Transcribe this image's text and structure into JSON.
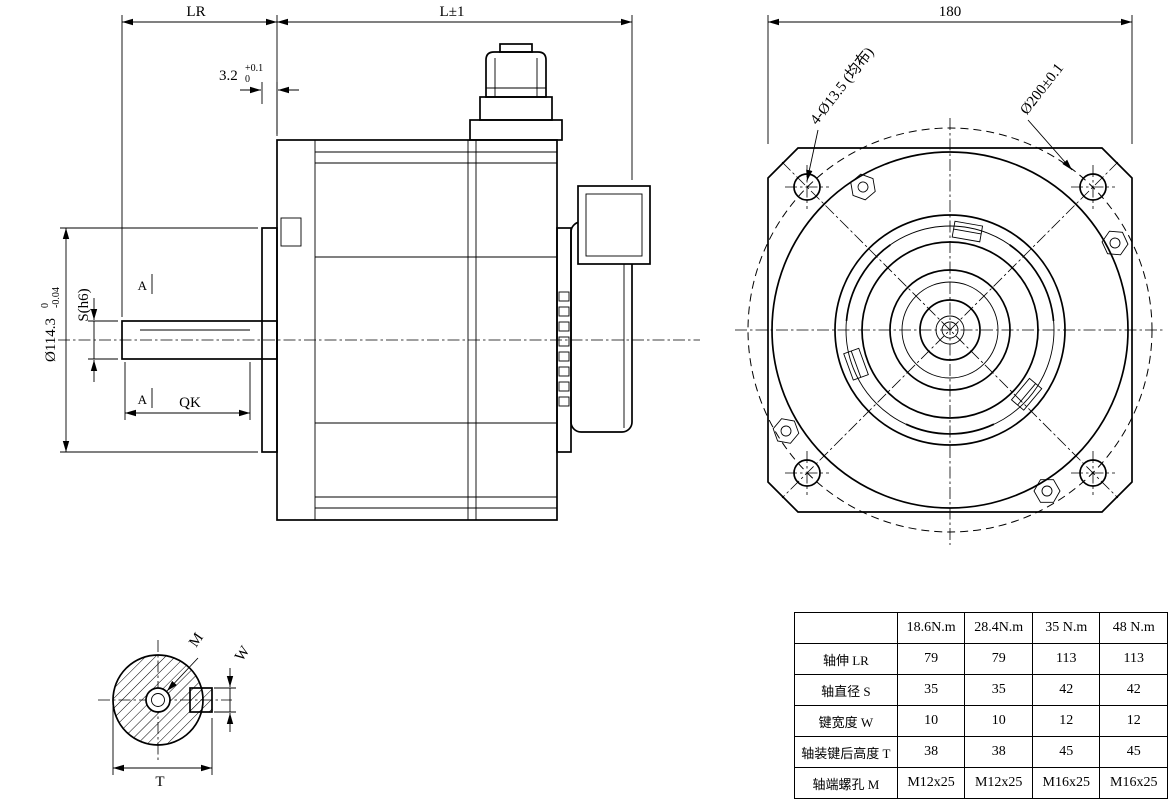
{
  "side": {
    "lr": "LR",
    "l": "L±1",
    "flange": "3.2",
    "flange_tol_up": "+0.1",
    "flange_tol_dn": "0",
    "s": "S(h6)",
    "d": "Ø114.3",
    "d_tol_up": "0",
    "d_tol_dn": "-0.04",
    "qk": "QK",
    "section_a": "A"
  },
  "front": {
    "width": "180",
    "holes": "4-Ø13.5 (均布)",
    "bolt_circle": "Ø200±0.1"
  },
  "section": {
    "m": "M",
    "w": "W",
    "t": "T"
  },
  "table": {
    "headers": [
      "",
      "18.6N.m",
      "28.4N.m",
      "35 N.m",
      "48 N.m"
    ],
    "rows": [
      {
        "label": "轴伸 LR",
        "values": [
          "79",
          "79",
          "113",
          "113"
        ]
      },
      {
        "label": "轴直径 S",
        "values": [
          "35",
          "35",
          "42",
          "42"
        ]
      },
      {
        "label": "键宽度 W",
        "values": [
          "10",
          "10",
          "12",
          "12"
        ]
      },
      {
        "label": "轴装键后高度 T",
        "values": [
          "38",
          "38",
          "45",
          "45"
        ]
      },
      {
        "label": "轴端螺孔 M",
        "values": [
          "M12x25",
          "M12x25",
          "M16x25",
          "M16x25"
        ]
      }
    ]
  }
}
